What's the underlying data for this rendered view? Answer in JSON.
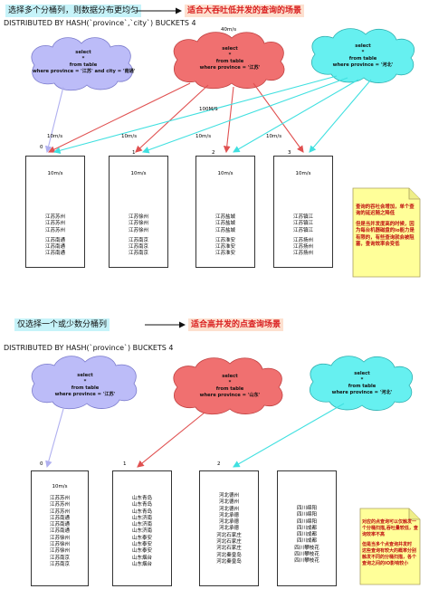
{
  "section1": {
    "instruction": "选择多个分桶列，则数据分布更均匀",
    "scenario": "适合大吞吐低并发的查询的场景",
    "distributed_by": "DISTRIBUTED BY HASH(`province`,`city`) BUCKETS 4",
    "top_rate": "40m/s",
    "mid_rate": "100M/S",
    "queries": [
      {
        "lines": [
          "select",
          "*",
          "from table",
          "where province = '江苏' and city = '南通'"
        ],
        "color": "#bcbcf8"
      },
      {
        "lines": [
          "select",
          "*",
          "from table",
          "where province = '江苏'"
        ],
        "color": "#f07070"
      },
      {
        "lines": [
          "select",
          "*",
          "from table",
          "where province = '河北'"
        ],
        "color": "#66f0f0"
      }
    ],
    "arrow_colors": {
      "q1": "#b0b0f0",
      "q2": "#e05050",
      "q3": "#40e0e0"
    },
    "bucket_arrow_labels": [
      "10m/s",
      "10m/s",
      "10m/s",
      "10m/s"
    ],
    "buckets": [
      {
        "index": "0",
        "rate": "10m/s",
        "rows": [
          "江苏苏州",
          "江苏苏州",
          "江苏苏州",
          "",
          "江苏南通",
          "江苏南通",
          "江苏南通"
        ]
      },
      {
        "index": "1",
        "rate": "10m/s",
        "rows": [
          "江苏徐州",
          "江苏徐州",
          "江苏徐州",
          "",
          "江苏南京",
          "江苏南京",
          "江苏南京"
        ]
      },
      {
        "index": "2",
        "rate": "10m/s",
        "rows": [
          "江苏盐城",
          "江苏盐城",
          "江苏盐城",
          "",
          "江苏淮安",
          "江苏淮安",
          "江苏淮安"
        ]
      },
      {
        "index": "3",
        "rate": "10m/s",
        "rows": [
          "江苏镇江",
          "江苏镇江",
          "江苏镇江",
          "",
          "江苏扬州",
          "江苏扬州",
          "江苏扬州"
        ]
      }
    ],
    "note": [
      "查询的吞吐会增加，单个查",
      "询的延迟随之降低",
      "",
      "但是当并发度高的时候，因",
      "为每台机器磁盘的io能力是",
      "有限的，有些查询就会被阻",
      "塞，查询效率会变低"
    ]
  },
  "section2": {
    "instruction": "仅选择一个或少数分桶列",
    "scenario": "适合高并发的点查询场景",
    "distributed_by": "DISTRIBUTED BY HASH(`province`) BUCKETS 4",
    "queries": [
      {
        "lines": [
          "select",
          "*",
          "from table",
          "where province = '江苏'"
        ],
        "color": "#bcbcf8"
      },
      {
        "lines": [
          "select",
          "*",
          "from table",
          "where province = '山东'"
        ],
        "color": "#f07070"
      },
      {
        "lines": [
          "select",
          "*",
          "from table",
          "where province = '河北'"
        ],
        "color": "#66f0f0"
      }
    ],
    "arrow_colors": {
      "q1": "#b0b0f0",
      "q2": "#e05050",
      "q3": "#40e0e0"
    },
    "buckets": [
      {
        "index": "0",
        "rate": "10m/s",
        "rows": [
          "江苏苏州",
          "江苏苏州",
          "江苏苏州",
          "江苏南通",
          "江苏南通",
          "江苏南通",
          "江苏徐州",
          "江苏徐州",
          "江苏徐州",
          "江苏南京",
          "江苏南京"
        ]
      },
      {
        "index": "1",
        "rate": "",
        "rows": [
          "山东青岛",
          "山东青岛",
          "山东青岛",
          "山东济南",
          "山东济南",
          "山东济南",
          "山东泰安",
          "山东泰安",
          "山东泰安",
          "山东烟台",
          "山东烟台"
        ]
      },
      {
        "index": "2",
        "rate": "",
        "rows": [
          "河北德州",
          "河北德州",
          "河北德州",
          "河北承德",
          "河北承德",
          "河北承德",
          "河北石家庄",
          "河北石家庄",
          "河北石家庄",
          "河北秦皇岛",
          "河北秦皇岛"
        ]
      },
      {
        "index": "",
        "rate": "",
        "rows": [
          "四川绵阳",
          "四川绵阳",
          "四川绵阳",
          "四川成都",
          "四川成都",
          "四川成都",
          "四川攀枝花",
          "四川攀枝花",
          "四川攀枝花"
        ]
      }
    ],
    "note": [
      "对应的点查询可以仅触发一",
      "个分桶扫描,吞吐量较低，查",
      "询效率不高",
      "",
      "但是当多个点查询并发时",
      "这些查询有较大的概率分别",
      "触发不同的分桶扫描，各个",
      "查询之间的IO影响较小"
    ]
  }
}
